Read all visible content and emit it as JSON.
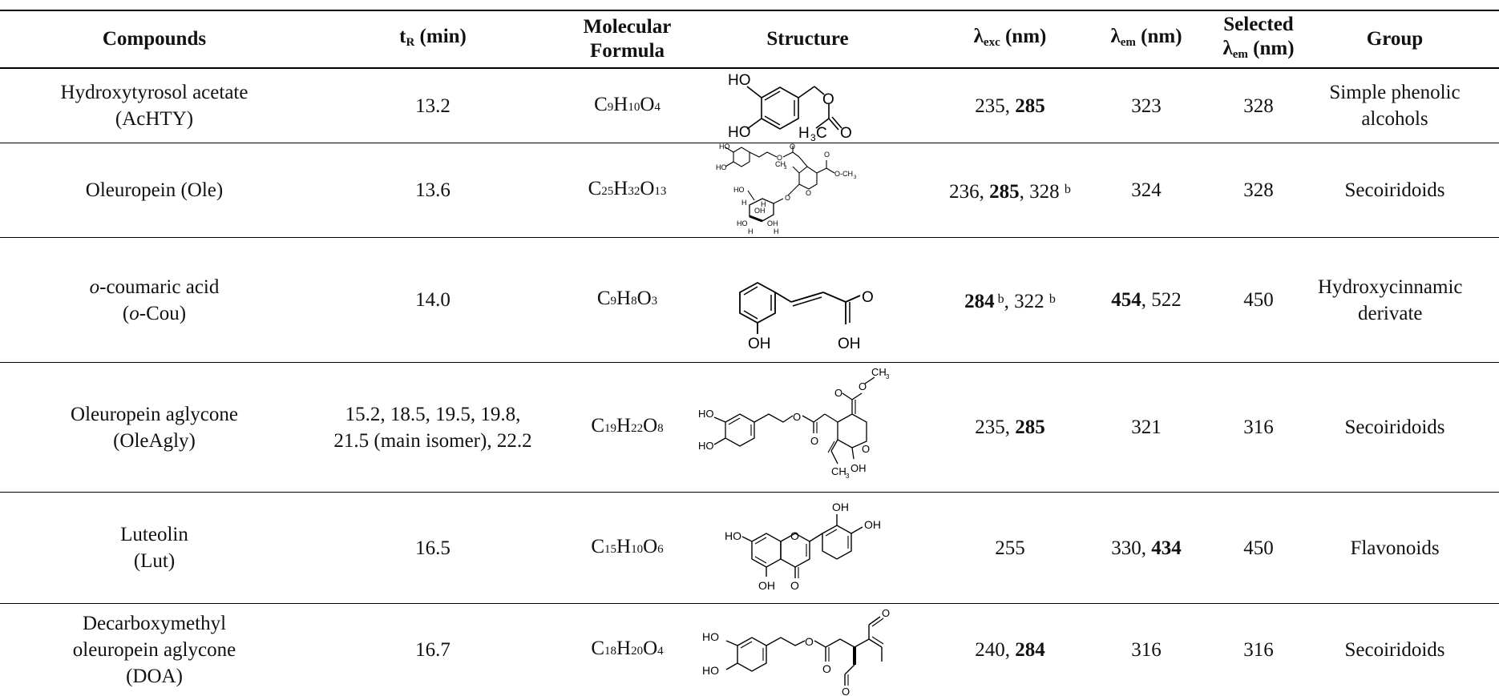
{
  "headers": {
    "compounds": "Compounds",
    "tr": "t",
    "tr_sub": "R",
    "tr_unit": " (min)",
    "formula_l1": "Molecular",
    "formula_l2": "Formula",
    "structure": "Structure",
    "exc_sym": "λ",
    "exc_sub": "exc",
    "exc_unit": " (nm)",
    "em_sym": "λ",
    "em_sub": "em",
    "em_unit": " (nm)",
    "sel_l1": "Selected",
    "sel_sym": "λ",
    "sel_sub": "em",
    "sel_unit": " (nm)",
    "group": "Group"
  },
  "rows": [
    {
      "name_l1": "Hydroxytyrosol acetate",
      "name_l2": "(AcHTY)",
      "tr": "13.2",
      "formula": [
        [
          "C",
          "9"
        ],
        [
          "H",
          "10"
        ],
        [
          "O",
          "4"
        ]
      ],
      "exc": [
        {
          "t": "235, ",
          "b": false
        },
        {
          "t": "285",
          "b": true
        }
      ],
      "em": [
        {
          "t": "323",
          "b": false
        }
      ],
      "selected": "328",
      "group_l1": "Simple phenolic",
      "group_l2": "alcohols",
      "struct_labels": [
        "HO",
        "HO",
        "O",
        "H",
        "3",
        "C",
        "O"
      ]
    },
    {
      "name_l1": "Oleuropein (Ole)",
      "name_l2": "",
      "tr": "13.6",
      "formula": [
        [
          "C",
          "25"
        ],
        [
          "H",
          "32"
        ],
        [
          "O",
          "13"
        ]
      ],
      "exc": [
        {
          "t": "236, ",
          "b": false
        },
        {
          "t": "285",
          "b": true
        },
        {
          "t": ", 328 ",
          "b": false
        },
        {
          "t": "b",
          "sup": true
        }
      ],
      "em": [
        {
          "t": "324",
          "b": false
        }
      ],
      "selected": "328",
      "group_l1": "Secoiridoids",
      "group_l2": "",
      "struct_labels": [
        "HO",
        "HO",
        "O",
        "O",
        "CH",
        "3",
        "O",
        "O-CH",
        "3",
        "HO",
        "O",
        "O",
        "H",
        "H",
        "OH",
        "HO",
        "OH",
        "H",
        "H"
      ]
    },
    {
      "name_l1": "o",
      "name_l1b": "-coumaric acid",
      "name_l2a": "(",
      "name_l2b": "o",
      "name_l2c": "-Cou)",
      "tr": "14.0",
      "formula": [
        [
          "C",
          "9"
        ],
        [
          "H",
          "8"
        ],
        [
          "O",
          "3"
        ]
      ],
      "exc": [
        {
          "t": "284",
          "b": true
        },
        {
          "t": " b",
          "sup": true
        },
        {
          "t": ", 322 ",
          "b": false
        },
        {
          "t": "b",
          "sup": true
        }
      ],
      "em": [
        {
          "t": "454",
          "b": true
        },
        {
          "t": ", 522",
          "b": false
        }
      ],
      "selected": "450",
      "group_l1": "Hydroxycinnamic",
      "group_l2": "derivate",
      "struct_labels": [
        "OH",
        "O",
        "OH"
      ]
    },
    {
      "name_l1": "Oleuropein aglycone",
      "name_l2": "(OleAgly)",
      "tr": "15.2, 18.5, 19.5, 19.8,",
      "tr_l2": "21.5 (main isomer), 22.2",
      "formula": [
        [
          "C",
          "19"
        ],
        [
          "H",
          "22"
        ],
        [
          "O",
          "8"
        ]
      ],
      "exc": [
        {
          "t": "235, ",
          "b": false
        },
        {
          "t": "285",
          "b": true
        }
      ],
      "em": [
        {
          "t": "321",
          "b": false
        }
      ],
      "selected": "316",
      "group_l1": "Secoiridoids",
      "group_l2": "",
      "struct_labels": [
        "CH",
        "3",
        "O",
        "O",
        "HO",
        "HO",
        "O",
        "O",
        "O",
        "CH",
        "3",
        "OH"
      ]
    },
    {
      "name_l1": "Luteolin",
      "name_l2": "(Lut)",
      "tr": "16.5",
      "formula": [
        [
          "C",
          "15"
        ],
        [
          "H",
          "10"
        ],
        [
          "O",
          "6"
        ]
      ],
      "exc": [
        {
          "t": "255",
          "b": false
        }
      ],
      "em": [
        {
          "t": "330, ",
          "b": false
        },
        {
          "t": "434",
          "b": true
        }
      ],
      "selected": "450",
      "group_l1": "Flavonoids",
      "group_l2": "",
      "struct_labels": [
        "OH",
        "OH",
        "HO",
        "O",
        "OH",
        "O"
      ]
    },
    {
      "name_l1": "Decarboxymethyl",
      "name_l2": "oleuropein aglycone",
      "name_l3": "(DOA)",
      "tr": "16.7",
      "formula": [
        [
          "C",
          "18"
        ],
        [
          "H",
          "20"
        ],
        [
          "O",
          "4"
        ]
      ],
      "exc": [
        {
          "t": "240, ",
          "b": false
        },
        {
          "t": "284",
          "b": true
        }
      ],
      "em": [
        {
          "t": "316",
          "b": false
        }
      ],
      "selected": "316",
      "group_l1": "Secoiridoids",
      "group_l2": "",
      "struct_labels": [
        "O",
        "HO",
        "HO",
        "O",
        "O",
        "O"
      ]
    }
  ]
}
